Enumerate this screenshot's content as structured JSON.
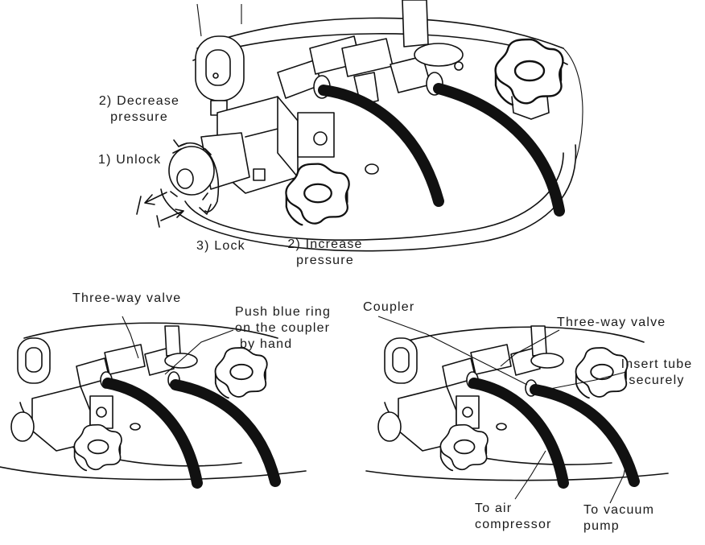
{
  "top": {
    "decrease_line1": "2) Decrease",
    "decrease_line2": "pressure",
    "unlock": "1) Unlock",
    "lock": "3) Lock",
    "increase_line1": "2) Increase",
    "increase_line2": "pressure"
  },
  "bottom_left": {
    "three_way_valve": "Three-way valve",
    "push_line1": "Push blue ring",
    "push_line2": "on the coupler",
    "push_line3": "by hand"
  },
  "bottom_right": {
    "coupler": "Coupler",
    "three_way_valve": "Three-way valve",
    "insert_line1": "Insert tube",
    "insert_line2": "securely",
    "air_line1": "To air",
    "air_line2": "compressor",
    "vacuum_line1": "To vacuum",
    "vacuum_line2": "pump"
  },
  "icons": {
    "gauge": "pressure-gauge-icon",
    "regulator_knob": "regulator-knob-icon",
    "star_knob": "star-knob-icon",
    "hose": "hose-icon",
    "rotation_arrow": "rotation-arrow-icon",
    "push_pull_arrow": "push-pull-arrow-icon"
  }
}
